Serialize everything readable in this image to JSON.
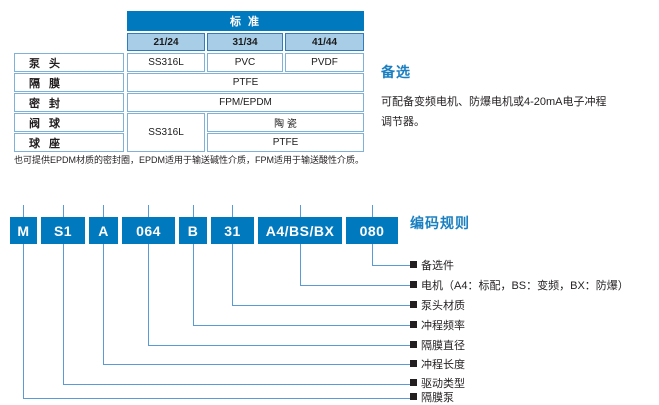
{
  "spec_table": {
    "header": "标 准",
    "columns": [
      "21/24",
      "31/34",
      "41/44"
    ],
    "rows": [
      {
        "label": "泵  头",
        "cells": [
          "SS316L",
          "PVC",
          "PVDF"
        ]
      },
      {
        "label": "隔  膜",
        "cells": [
          "PTFE"
        ]
      },
      {
        "label": "密  封",
        "cells": [
          "FPM/EPDM"
        ]
      },
      {
        "label": "阀  球",
        "cells": [
          "SS316L",
          "陶  瓷"
        ]
      },
      {
        "label": "球  座",
        "cells": [
          "PTFE"
        ]
      }
    ],
    "footnote": "也可提供EPDM材质的密封圈，EPDM适用于输送碱性介质，FPM适用于输送酸性介质。"
  },
  "option_panel": {
    "title": "备选",
    "body": "可配备变频电机、防爆电机或4-20mA电子冲程调节器。"
  },
  "code_rule": {
    "title": "编码规则",
    "segments": [
      "M",
      "S1",
      "A",
      "064",
      "B",
      "31",
      "A4/BS/BX",
      "080"
    ],
    "legend": [
      "备选件",
      "电机（A4：标配，BS：变频，BX：防爆）",
      "泵头材质",
      "冲程频率",
      "隔膜直径",
      "冲程长度",
      "驱动类型",
      "隔膜泵"
    ]
  },
  "colors": {
    "brand_blue": "#0079bf",
    "light_blue": "#a8cde6",
    "line_blue": "#5b9bd5",
    "title_blue": "#1a7fc1"
  }
}
